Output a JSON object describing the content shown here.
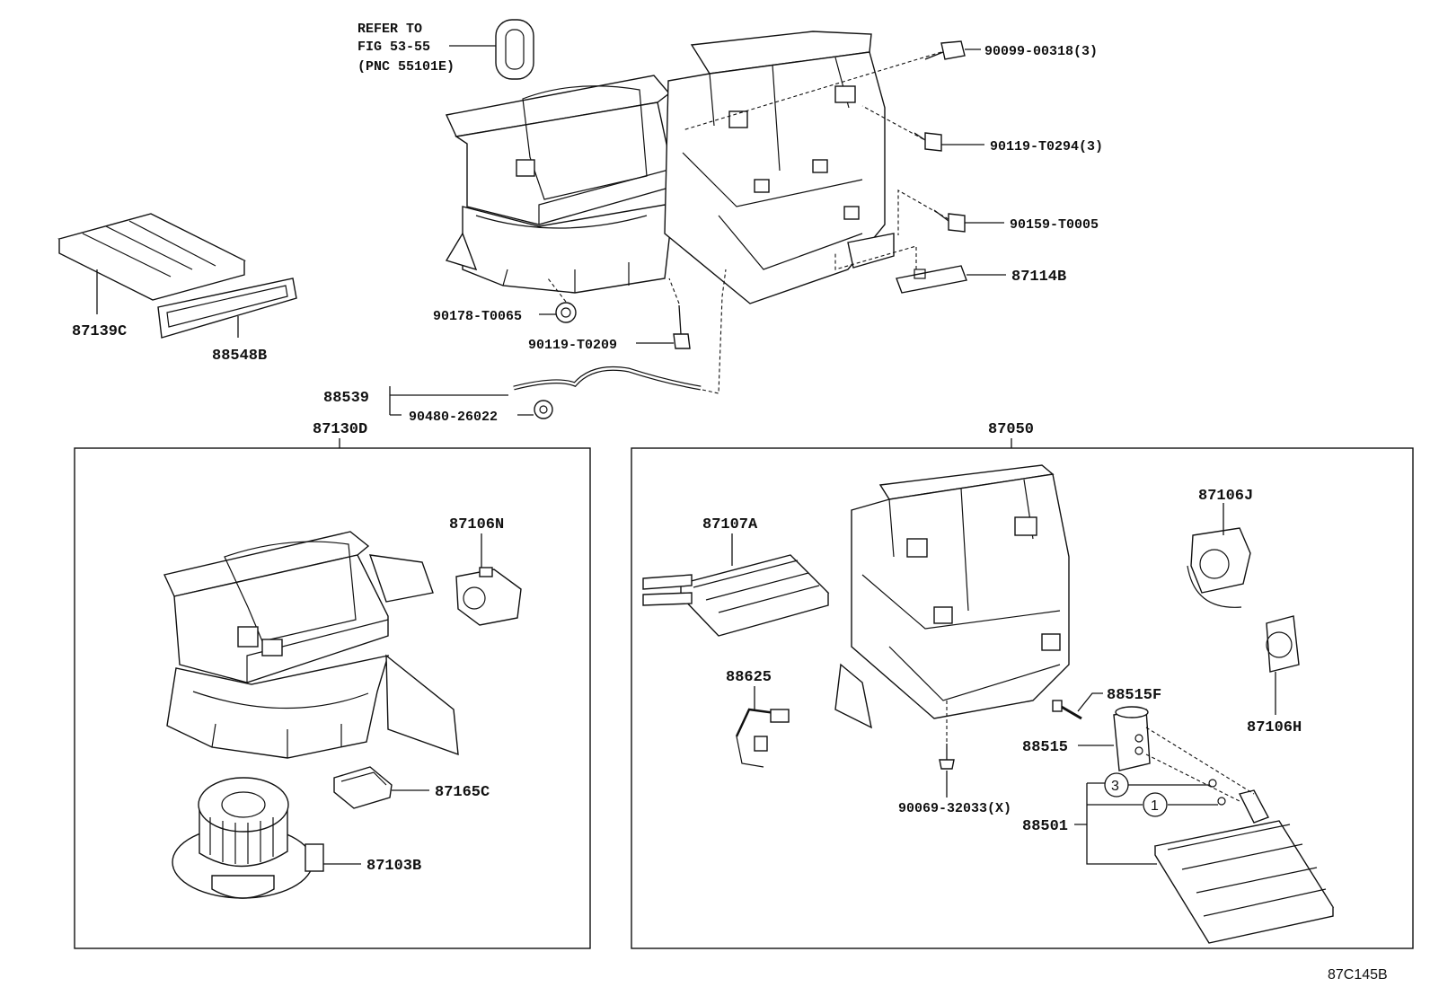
{
  "refer_note": {
    "line1": "REFER TO",
    "line2": "FIG 53-55",
    "line3": "(PNC 55101E)"
  },
  "labels": {
    "bolt_1": "90099-00318(3)",
    "bolt_2": "90119-T0294(3)",
    "bolt_3": "90159-T0005",
    "bracket": "87114B",
    "filter": "87139C",
    "filter_cover": "88548B",
    "grommet_1": "90178-T0065",
    "bolt_4": "90119-T0209",
    "hose": "88539",
    "hose_grommet": "90480-26022",
    "blower_assy": "87130D",
    "heater_assy": "87050",
    "servo_n": "87106N",
    "resistor": "87165C",
    "blower_motor": "87103B",
    "heater_core": "87107A",
    "sensor": "88625",
    "servo_j": "87106J",
    "servo_h": "87106H",
    "valve_bolt": "88515F",
    "exp_valve": "88515",
    "screw": "90069-32033(X)",
    "evaporator": "88501",
    "callout_3": "3",
    "callout_1": "1"
  },
  "diagram_code": "87C145B"
}
